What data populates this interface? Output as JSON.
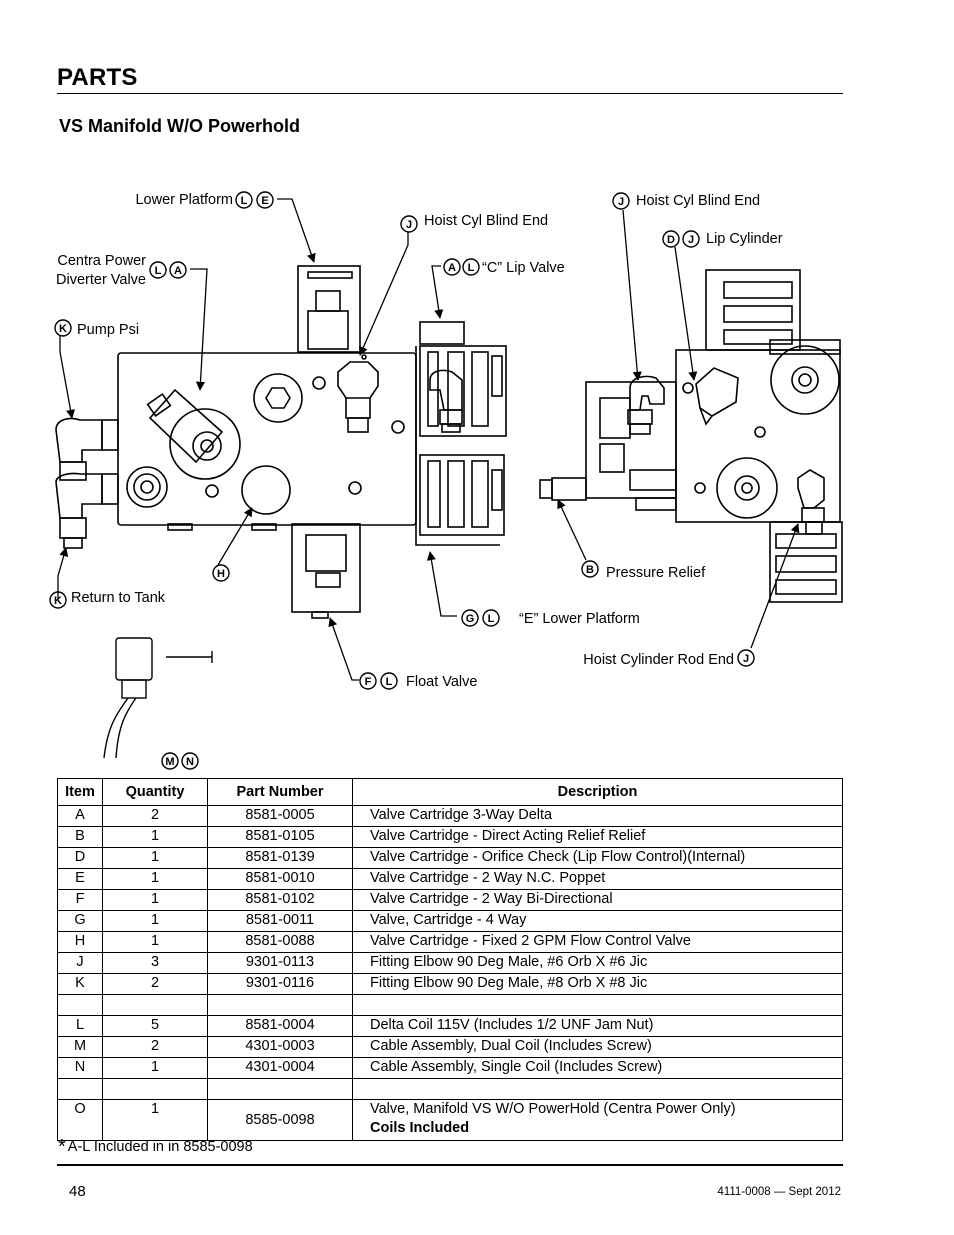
{
  "page": {
    "heading": "PARTS",
    "section_title": "VS Manifold W/O Powerhold",
    "page_number": "48",
    "doc_id": "4111-0008 — Sept 2012",
    "footnote_star": "*",
    "footnote": "A-L Included in in 8585-0098"
  },
  "diagram": {
    "labels": {
      "lower_platform": "Lower Platform",
      "hoist_cyl_blind_end_a": "Hoist Cyl Blind End",
      "centra_power_1": "Centra Power",
      "centra_power_2": "Diverter Valve",
      "c_lip_valve": "“C” Lip Valve",
      "pump_psi": "Pump Psi",
      "return_to_tank": "Return to Tank",
      "e_lower_platform": "“E” Lower Platform",
      "float_valve": "Float Valve",
      "hoist_cyl_blind_end_b": "Hoist Cyl Blind End",
      "lip_cylinder": "Lip Cylinder",
      "pressure_relief": "Pressure Relief",
      "hoist_cylinder_rod_end": "Hoist Cylinder Rod End"
    },
    "badges": {
      "L": "L",
      "E": "E",
      "J": "J",
      "A": "A",
      "K": "K",
      "H": "H",
      "G": "G",
      "F": "F",
      "M": "M",
      "N": "N",
      "D": "D",
      "B": "B"
    }
  },
  "table": {
    "headers": {
      "item": "Item",
      "quantity": "Quantity",
      "part_number": "Part Number",
      "description": "Description"
    },
    "rows": [
      {
        "item": "A",
        "qty": "2",
        "part": "8581-0005",
        "desc": "Valve Cartridge 3-Way Delta"
      },
      {
        "item": "B",
        "qty": "1",
        "part": "8581-0105",
        "desc": "Valve Cartridge - Direct Acting Relief Relief"
      },
      {
        "item": "D",
        "qty": "1",
        "part": "8581-0139",
        "desc": "Valve Cartridge - Orifice Check (Lip Flow Control)(Internal)"
      },
      {
        "item": "E",
        "qty": "1",
        "part": "8581-0010",
        "desc": "Valve Cartridge - 2 Way N.C. Poppet"
      },
      {
        "item": "F",
        "qty": "1",
        "part": "8581-0102",
        "desc": "Valve Cartridge - 2 Way Bi-Directional"
      },
      {
        "item": "G",
        "qty": "1",
        "part": "8581-0011",
        "desc": "Valve, Cartridge - 4 Way"
      },
      {
        "item": "H",
        "qty": "1",
        "part": "8581-0088",
        "desc": "Valve Cartridge - Fixed 2 GPM Flow Control Valve"
      },
      {
        "item": "J",
        "qty": "3",
        "part": "9301-0113",
        "desc": "Fitting Elbow 90 Deg Male, #6 Orb X #6 Jic"
      },
      {
        "item": "K",
        "qty": "2",
        "part": "9301-0116",
        "desc": "Fitting Elbow 90 Deg Male, #8 Orb X #8 Jic"
      },
      {
        "item": "",
        "qty": "",
        "part": "",
        "desc": ""
      },
      {
        "item": "L",
        "qty": "5",
        "part": "8581-0004",
        "desc": "Delta Coil 115V (Includes 1/2 UNF Jam Nut)"
      },
      {
        "item": "M",
        "qty": "2",
        "part": "4301-0003",
        "desc": "Cable Assembly, Dual Coil (Includes Screw)"
      },
      {
        "item": "N",
        "qty": "1",
        "part": "4301-0004",
        "desc": "Cable Assembly, Single Coil (Includes Screw)"
      },
      {
        "item": "",
        "qty": "",
        "part": "",
        "desc": ""
      }
    ],
    "last_row": {
      "item": "O",
      "qty": "1",
      "part": "8585-0098",
      "desc": "Valve, Manifold VS W/O PowerHold (Centra Power Only)",
      "desc_bold": "Coils Included"
    }
  }
}
